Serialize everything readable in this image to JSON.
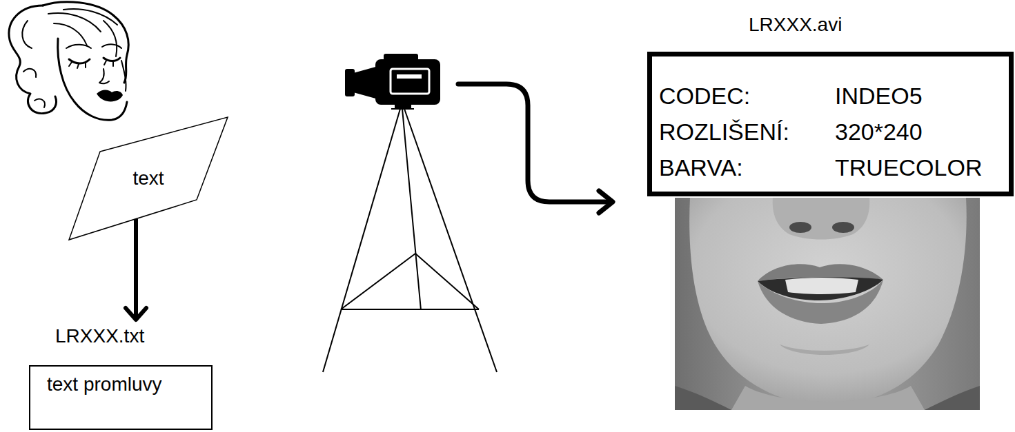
{
  "diagram": {
    "nodes": [
      {
        "text": [
          "text"
        ]
      },
      {
        "text": [
          "LRXXX.txt",
          "text promluvy"
        ]
      },
      {
        "text": [
          "LRXXX.avi",
          "CODEC:",
          "INDEO5",
          "ROZLIŠENÍ:",
          "320*240",
          "BARVA:",
          "TRUECOLOR"
        ]
      }
    ],
    "edges": [
      {
        "from": 0,
        "to": 1,
        "arrow": "to"
      }
    ]
  }
}
